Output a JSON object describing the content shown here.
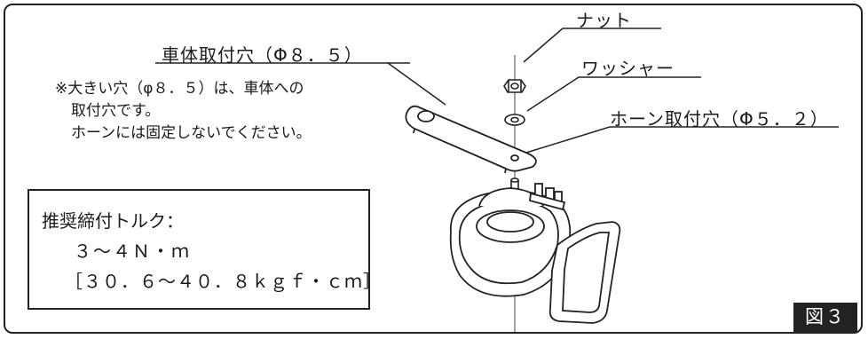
{
  "labels": {
    "nut": "ナット",
    "washer": "ワッシャー",
    "body_hole": "車体取付穴（Φ８．５）",
    "horn_hole": "ホーン取付穴（Φ５．２）"
  },
  "note": {
    "line1": "※大きい穴（φ８．５）は、車体への",
    "line2": "取付穴です。",
    "line3": "ホーンには固定しないでください。"
  },
  "torque": {
    "title": "推奨締付トルク：",
    "value_nm": "３～４Ｎ・ｍ",
    "value_kgf": "［３０．６～４０．８ｋｇｆ・ｃｍ］"
  },
  "figure_label": "図３"
}
